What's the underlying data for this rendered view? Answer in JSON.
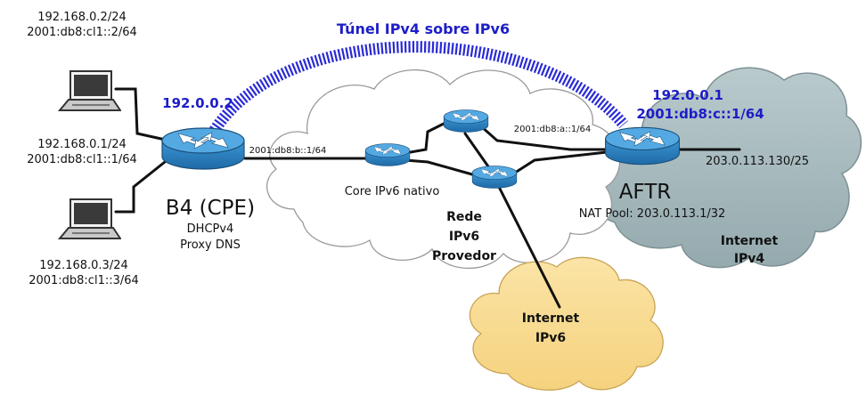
{
  "tunnel": {
    "title": "Túnel IPv4 sobre IPv6"
  },
  "hosts": {
    "top": {
      "ipv4": "192.168.0.2/24",
      "ipv6": "2001:db8:cl1::2/64"
    },
    "bottom": {
      "ipv4": "192.168.0.3/24",
      "ipv6": "2001:db8:cl1::3/64"
    }
  },
  "b4": {
    "name": "B4 (CPE)",
    "service1": "DHCPv4",
    "service2": "Proxy DNS",
    "tunnel_ipv4": "192.0.0.2",
    "lan_ipv4": "192.168.0.1/24",
    "lan_ipv6": "2001:db8:cl1::1/64",
    "wan_ipv6": "2001:db8:b::1/64"
  },
  "core": {
    "label": "Core IPv6 nativo"
  },
  "provider_cloud": {
    "line1": "Rede",
    "line2": "IPv6",
    "line3": "Provedor"
  },
  "aftr": {
    "name": "AFTR",
    "nat_pool": "NAT Pool: 203.0.113.1/32",
    "tunnel_ipv4": "192.0.0.1",
    "tunnel_ipv6": "2001:db8:c::1/64",
    "link_ipv6": "2001:db8:a::1/64",
    "wan_ipv4": "203.0.113.130/25"
  },
  "internet_ipv4": {
    "line1": "Internet",
    "line2": "IPv4"
  },
  "internet_ipv6": {
    "line1": "Internet",
    "line2": "IPv6"
  },
  "colors": {
    "tunnel": "#2a2ad6",
    "router_body": "#2a7fc1",
    "router_top": "#5fb0e8",
    "cloud_provider": "#ffffff",
    "cloud_ipv4": "#a9bcc0",
    "cloud_ipv6": "#f9dd95",
    "annotation_blue": "#1d1dc8"
  },
  "icons": [
    "laptop-icon",
    "router-icon",
    "cloud-icon"
  ]
}
